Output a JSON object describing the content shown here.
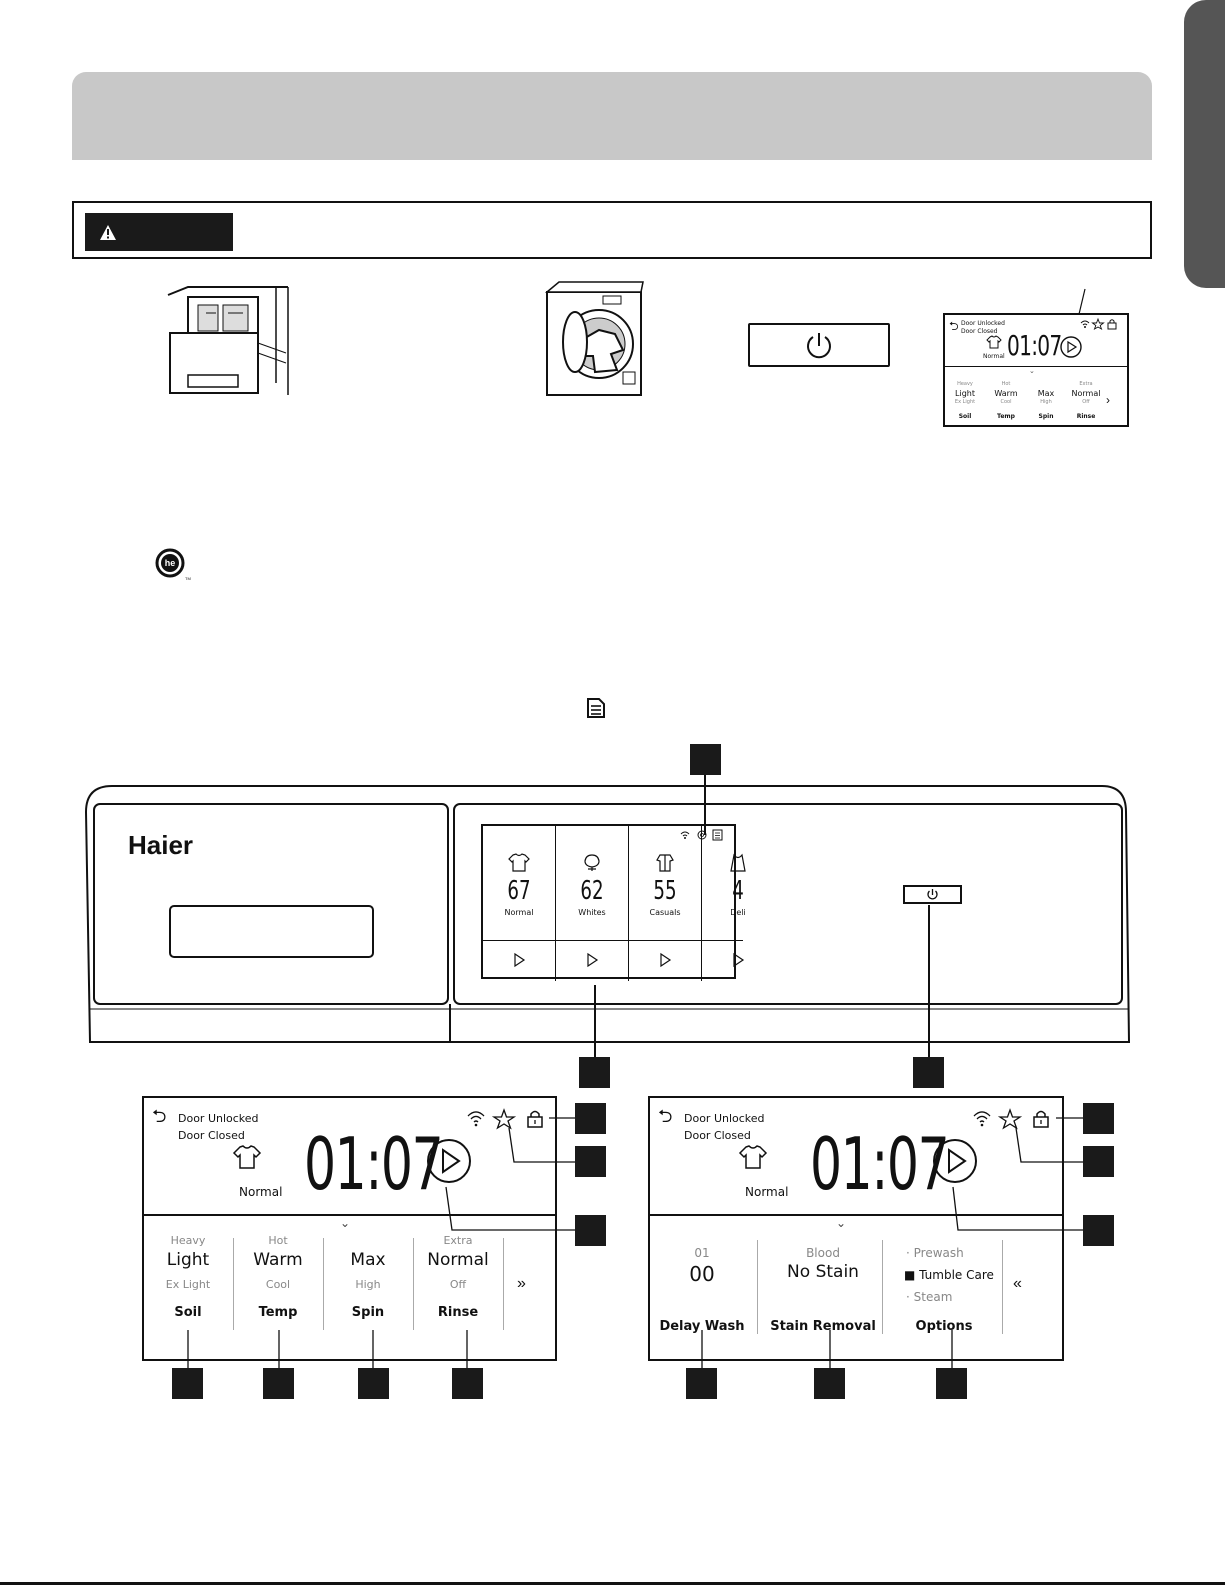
{
  "brand": "Haier",
  "mini_panel": {
    "status_line1": "Door Unlocked",
    "status_line2": "Door Closed",
    "time": "01:07",
    "cycle": "Normal",
    "settings": [
      {
        "above": "Heavy",
        "value": "Light",
        "below": "Ex Light",
        "label": "Soil"
      },
      {
        "above": "Hot",
        "value": "Warm",
        "below": "Cool",
        "label": "Temp"
      },
      {
        "above": "",
        "value": "Max",
        "below": "High",
        "label": "Spin"
      },
      {
        "above": "Extra",
        "value": "Normal",
        "below": "Off",
        "label": "Rinse"
      }
    ],
    "more_glyph": "›"
  },
  "home_screen": {
    "cycles": [
      {
        "count": "67",
        "name": "Normal",
        "icon": "tshirt-icon"
      },
      {
        "count": "62",
        "name": "Whites",
        "icon": "cotton-icon"
      },
      {
        "count": "55",
        "name": "Casuals",
        "icon": "shirt-icon"
      },
      {
        "count": "4",
        "name": "Deli",
        "icon": "delicates-icon"
      }
    ]
  },
  "left_screen": {
    "status_line1": "Door Unlocked",
    "status_line2": "Door Closed",
    "cycle": "Normal",
    "time": "01:07",
    "columns": [
      {
        "above": "Heavy",
        "value": "Light",
        "below": "Ex Light",
        "label": "Soil"
      },
      {
        "above": "Hot",
        "value": "Warm",
        "below": "Cool",
        "label": "Temp"
      },
      {
        "above": "",
        "value": "Max",
        "below": "High",
        "label": "Spin"
      },
      {
        "above": "Extra",
        "value": "Normal",
        "below": "Off",
        "label": "Rinse"
      }
    ],
    "more_glyph": "»"
  },
  "right_screen": {
    "status_line1": "Door Unlocked",
    "status_line2": "Door Closed",
    "cycle": "Normal",
    "time": "01:07",
    "delay": {
      "above": "01",
      "value": "00",
      "label": "Delay Wash"
    },
    "stain": {
      "above": "Blood",
      "value": "No Stain",
      "label": "Stain Removal"
    },
    "options": {
      "items": [
        "Prewash",
        "Tumble Care",
        "Steam"
      ],
      "label": "Options"
    },
    "back_glyph": "«"
  },
  "colors": {
    "accent_gray": "#c8c8c8",
    "tab_gray": "#555555",
    "ink": "#111111"
  }
}
